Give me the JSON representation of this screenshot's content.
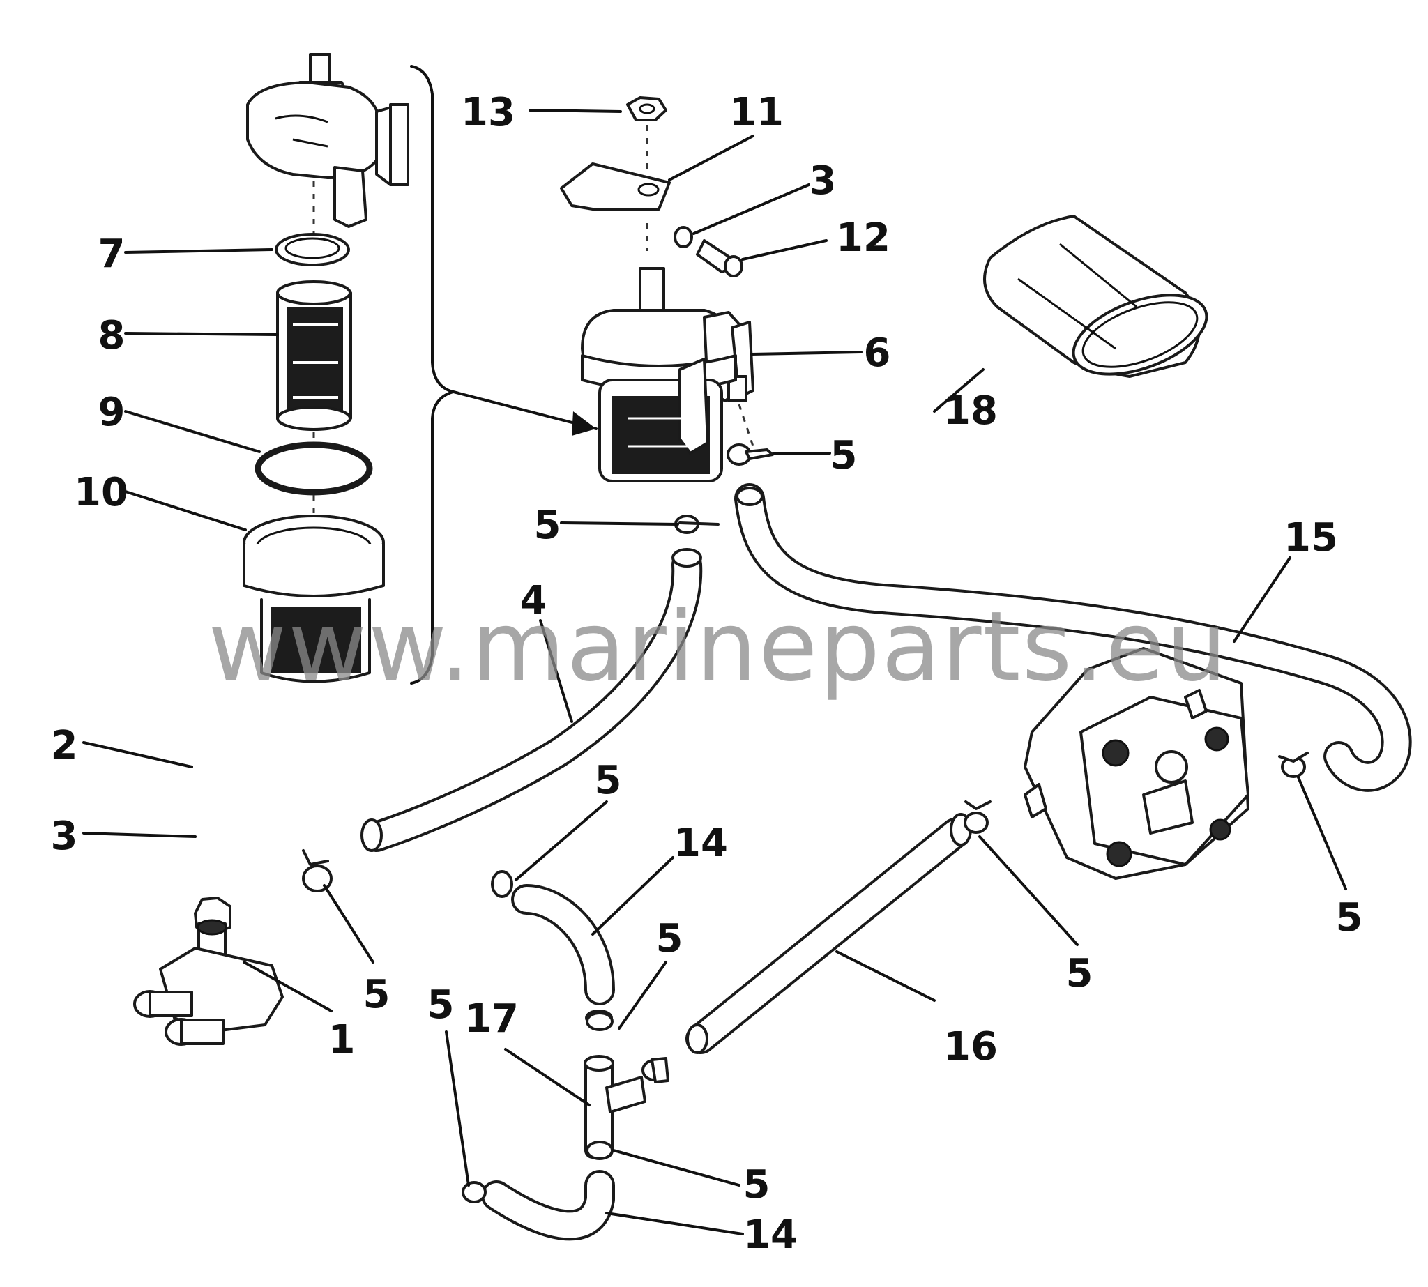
{
  "watermark": "www.marineparts.eu",
  "callouts": [
    {
      "id": "c13",
      "label": "13"
    },
    {
      "id": "c11",
      "label": "11"
    },
    {
      "id": "c3a",
      "label": "3"
    },
    {
      "id": "c12",
      "label": "12"
    },
    {
      "id": "c7",
      "label": "7"
    },
    {
      "id": "c8",
      "label": "8"
    },
    {
      "id": "c9",
      "label": "9"
    },
    {
      "id": "c10",
      "label": "10"
    },
    {
      "id": "c6",
      "label": "6"
    },
    {
      "id": "c5a",
      "label": "5"
    },
    {
      "id": "c5b",
      "label": "5"
    },
    {
      "id": "c18",
      "label": "18"
    },
    {
      "id": "c15",
      "label": "15"
    },
    {
      "id": "c4",
      "label": "4"
    },
    {
      "id": "c2",
      "label": "2"
    },
    {
      "id": "c3b",
      "label": "3"
    },
    {
      "id": "c5c",
      "label": "5"
    },
    {
      "id": "c1",
      "label": "1"
    },
    {
      "id": "c5d",
      "label": "5"
    },
    {
      "id": "c14a",
      "label": "14"
    },
    {
      "id": "c5e",
      "label": "5"
    },
    {
      "id": "c17",
      "label": "17"
    },
    {
      "id": "c5f",
      "label": "5"
    },
    {
      "id": "c5g",
      "label": "5"
    },
    {
      "id": "c14b",
      "label": "14"
    },
    {
      "id": "c16",
      "label": "16"
    },
    {
      "id": "c5h",
      "label": "5"
    },
    {
      "id": "c5i",
      "label": "5"
    }
  ]
}
